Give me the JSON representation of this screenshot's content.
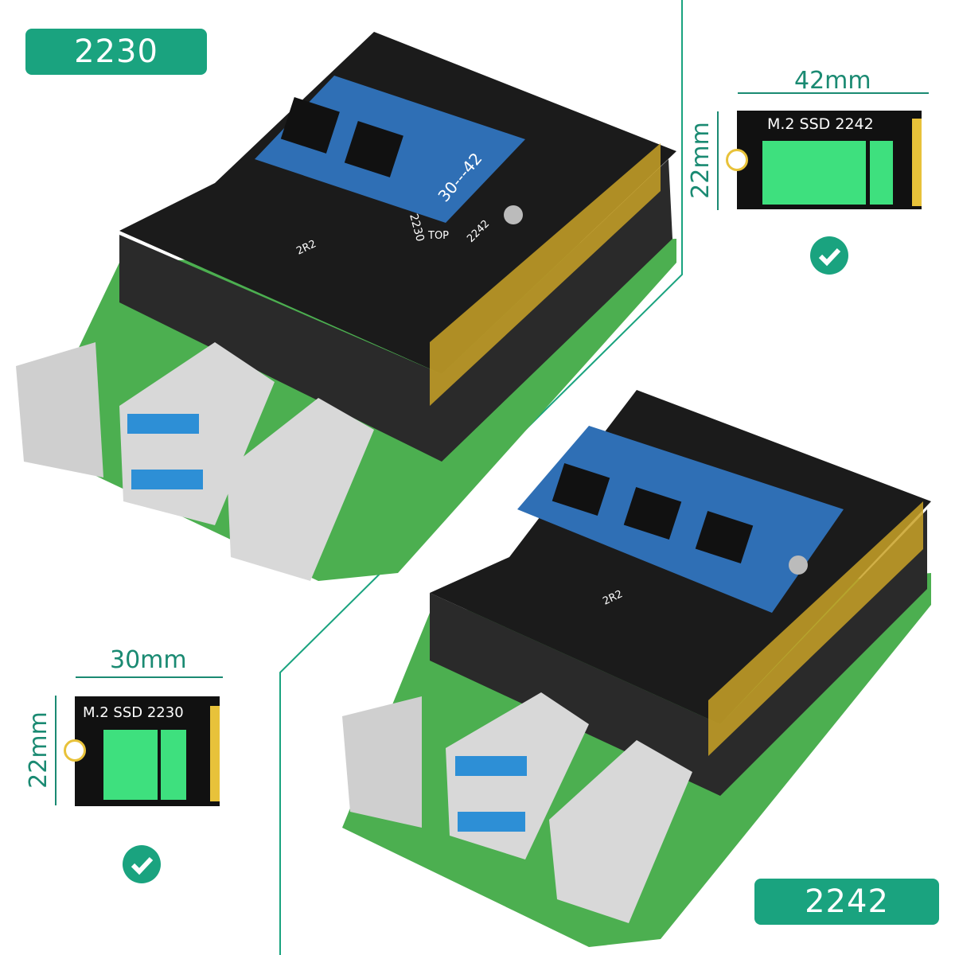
{
  "labels": {
    "top_left": "2230",
    "bottom_right": "2242"
  },
  "ssd_2242": {
    "title": "M.2  SSD  2242",
    "width": "42mm",
    "height": "22mm",
    "supported": true
  },
  "ssd_2230": {
    "title": "M.2  SSD  2230",
    "width": "30mm",
    "height": "22mm",
    "supported": true
  },
  "board_silkscreen": {
    "mark_2230": "2230",
    "mark_top": "TOP",
    "mark_2242": "2242",
    "mark_range": "30---42",
    "inductor": "2R2"
  },
  "colors": {
    "accent": "#1aa37f",
    "pad_green": "#3ee07e",
    "gold": "#e8c23a",
    "pcb_black": "#1b1b1b",
    "base_green": "#4caf50",
    "ssd_blue": "#2f6fb5"
  }
}
